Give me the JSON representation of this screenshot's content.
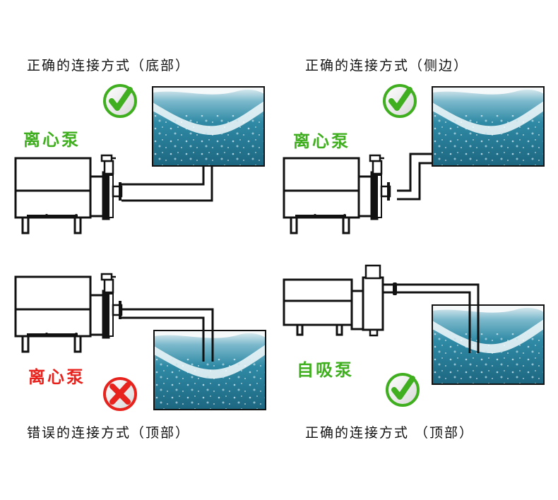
{
  "panels": [
    {
      "caption": "正确的连接方式（底部）",
      "pump_label": "离心泵",
      "pump_type": "centrifugal",
      "connection": "bottom",
      "verdict": "correct",
      "verdict_icon": "check-icon"
    },
    {
      "caption": "正确的连接方式（侧边）",
      "pump_label": "离心泵",
      "pump_type": "centrifugal",
      "connection": "side",
      "verdict": "correct",
      "verdict_icon": "check-icon"
    },
    {
      "caption": "错误的连接方式（顶部）",
      "pump_label": "离心泵",
      "pump_type": "centrifugal",
      "connection": "top",
      "verdict": "wrong",
      "verdict_icon": "cross-icon"
    },
    {
      "caption": "正确的连接方式 （顶部）",
      "pump_label": "自吸泵",
      "pump_type": "self-priming",
      "connection": "top",
      "verdict": "correct",
      "verdict_icon": "check-icon"
    }
  ],
  "colors": {
    "correct": "#3fae1f",
    "wrong": "#e8221c",
    "water": "#2a7f9a",
    "line": "#111111"
  }
}
